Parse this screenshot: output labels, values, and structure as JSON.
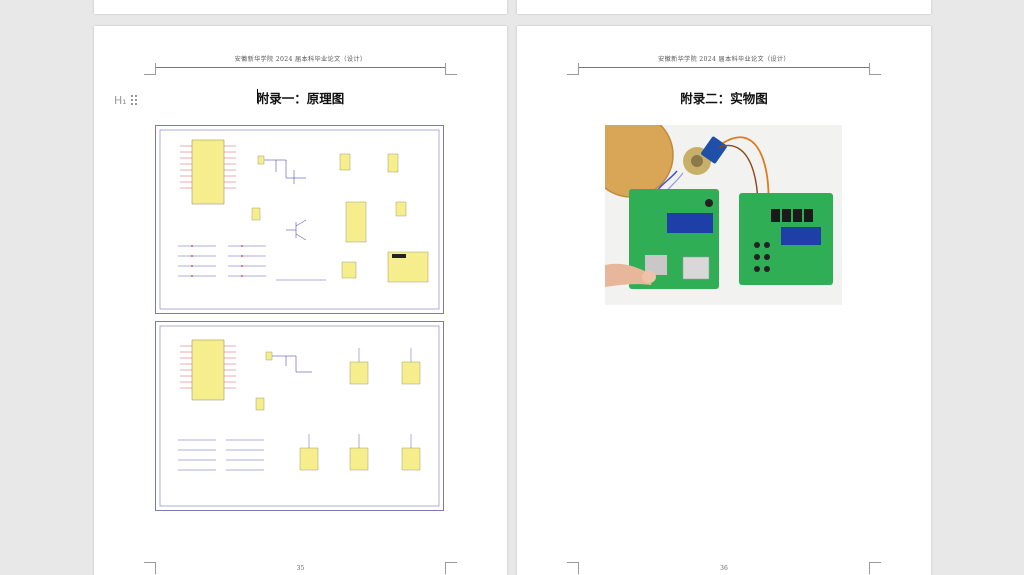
{
  "document": {
    "header": "安徽新华学院 2024 届本科毕业论文（设计）",
    "heading_marker": "H₁",
    "pages": [
      {
        "title": "附录一：原理图",
        "page_number": "35"
      },
      {
        "title": "附录二：实物图",
        "page_number": "36"
      }
    ]
  },
  "colors": {
    "canvas": "#e8e8e8",
    "page": "#ffffff",
    "schematic_frame": "#7a7ab8",
    "chip_fill": "#f6ee8c",
    "wire": "#3333aa",
    "pcb_green": "#2fae55"
  },
  "icons": [
    "heading-one-icon",
    "drag-handle-icon"
  ]
}
